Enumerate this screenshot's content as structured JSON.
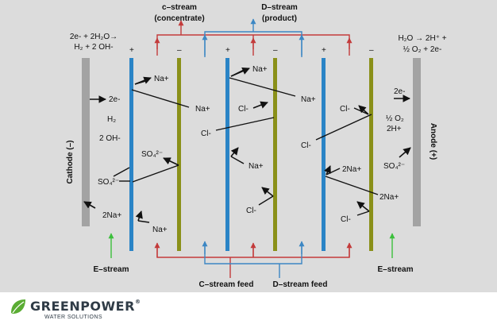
{
  "streams": {
    "c_stream_line1": "c–stream",
    "c_stream_line2": "(concentrate)",
    "d_stream_line1": "D–stream",
    "d_stream_line2": "(product)",
    "c_feed": "C–stream feed",
    "d_feed": "D–stream feed",
    "e_stream_left": "E–stream",
    "e_stream_right": "E–stream"
  },
  "electrodes": {
    "cathode": "Cathode (–)",
    "anode": "Anode (+)"
  },
  "reactions": {
    "cathode_line1": "2e- + 2H₂O→",
    "cathode_line2": "H₂ + 2 OH-",
    "anode_line1": "H₂O  → 2H⁺ +",
    "anode_line2": "½ O₂ + 2e-"
  },
  "membrane_signs": [
    "+",
    "–",
    "+",
    "–",
    "+",
    "–"
  ],
  "ions": {
    "cathode_2e": "2e-",
    "cathode_h2": "H₂",
    "cathode_2oh": "2 OH-",
    "cathode_so4": "SO₄²⁻",
    "cathode_2na": "2Na+",
    "anode_2e": "2e-",
    "anode_o2": "½ O₂",
    "anode_2h": "2H+",
    "anode_so4": "SO₄²⁻",
    "c1_na_top": "Na+",
    "c1_na_mid": "Na+",
    "c1_so4": "SO₄²⁻",
    "c1_na_bot": "Na+",
    "c2_na_top": "Na+",
    "c2_cl_mid": "Cl-",
    "c2_cl_left": "Cl-",
    "c2_na_low": "Na+",
    "c2_na_right": "Na+",
    "c2_cl_bot": "Cl-",
    "c3_cl_top": "Cl-",
    "c3_cl_left": "Cl-",
    "c3_2na": "2Na+",
    "c3_2na_right": "2Na+",
    "c3_cl_bot": "Cl-"
  },
  "logo": {
    "word": "GREENPOWER",
    "registered": "®",
    "sub": "WATER SOLUTIONS"
  },
  "colors": {
    "panel": "#dcdcdc",
    "electrode": "#a3a3a3",
    "cation_membrane": "#2a84c6",
    "anion_membrane": "#8a9019",
    "concentrate_pipe": "#c33b3b",
    "product_pipe": "#3c87c4",
    "e_stream_arrow": "#3cbf3c",
    "logo_green": "#5aac33",
    "logo_text": "#2f3b46"
  }
}
